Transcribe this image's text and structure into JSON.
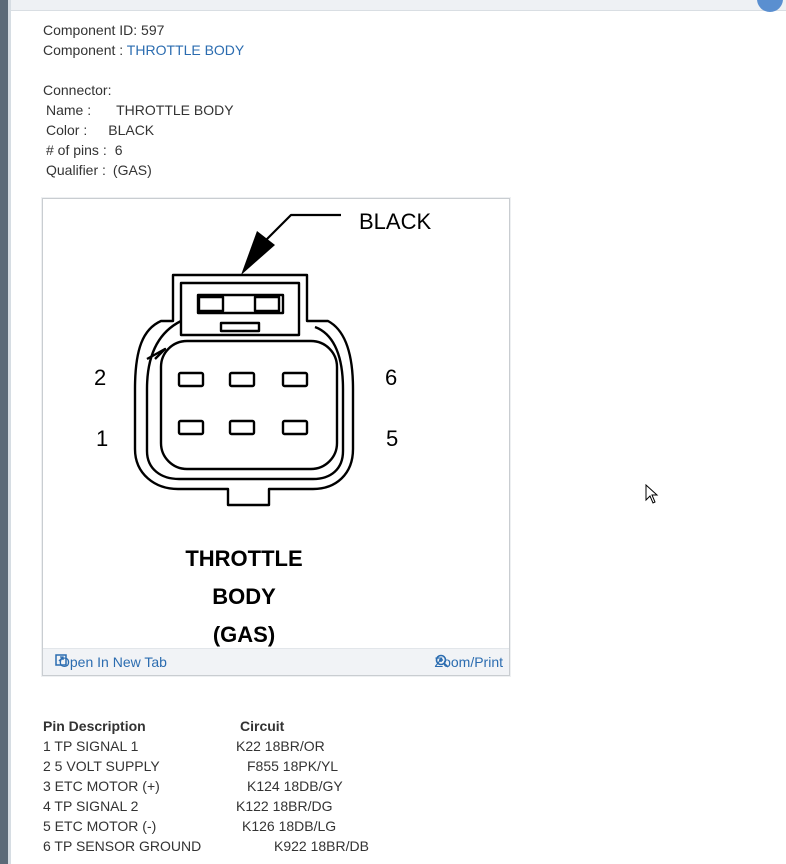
{
  "component": {
    "id_label": "Component ID: 597",
    "name_label": "Component : ",
    "name_value": "THROTTLE BODY"
  },
  "connector": {
    "heading": "Connector:",
    "name_label": "Name :",
    "name_value": "THROTTLE BODY",
    "color_label": "Color :",
    "color_value": "BLACK",
    "pins_label": "# of pins :",
    "pins_value": "6",
    "qualifier_label": "Qualifier :",
    "qualifier_value": "(GAS)"
  },
  "diagram": {
    "color_callout": "BLACK",
    "pin_labels": [
      "2",
      "1",
      "6",
      "5"
    ],
    "title_lines": [
      "THROTTLE",
      "BODY",
      "(GAS)"
    ]
  },
  "card_actions": {
    "open_tab": "Open In New Tab",
    "zoom_print": "Zoom/Print"
  },
  "pin_table": {
    "headers": [
      "Pin Description",
      "Circuit"
    ],
    "rows": [
      {
        "desc": "1 TP SIGNAL 1",
        "circuit": "K22 18BR/OR"
      },
      {
        "desc": "2 5 VOLT SUPPLY",
        "circuit": "F855 18PK/YL"
      },
      {
        "desc": "3 ETC MOTOR (+)",
        "circuit": "K124 18DB/GY"
      },
      {
        "desc": "4 TP SIGNAL 2",
        "circuit": "K122 18BR/DG"
      },
      {
        "desc": "5 ETC MOTOR (-)",
        "circuit": "K126 18DB/LG"
      },
      {
        "desc": "6 TP SENSOR GROUND",
        "circuit": "K922 18BR/DB"
      }
    ]
  },
  "colors": {
    "link": "#2b6cb0",
    "text": "#333333"
  }
}
